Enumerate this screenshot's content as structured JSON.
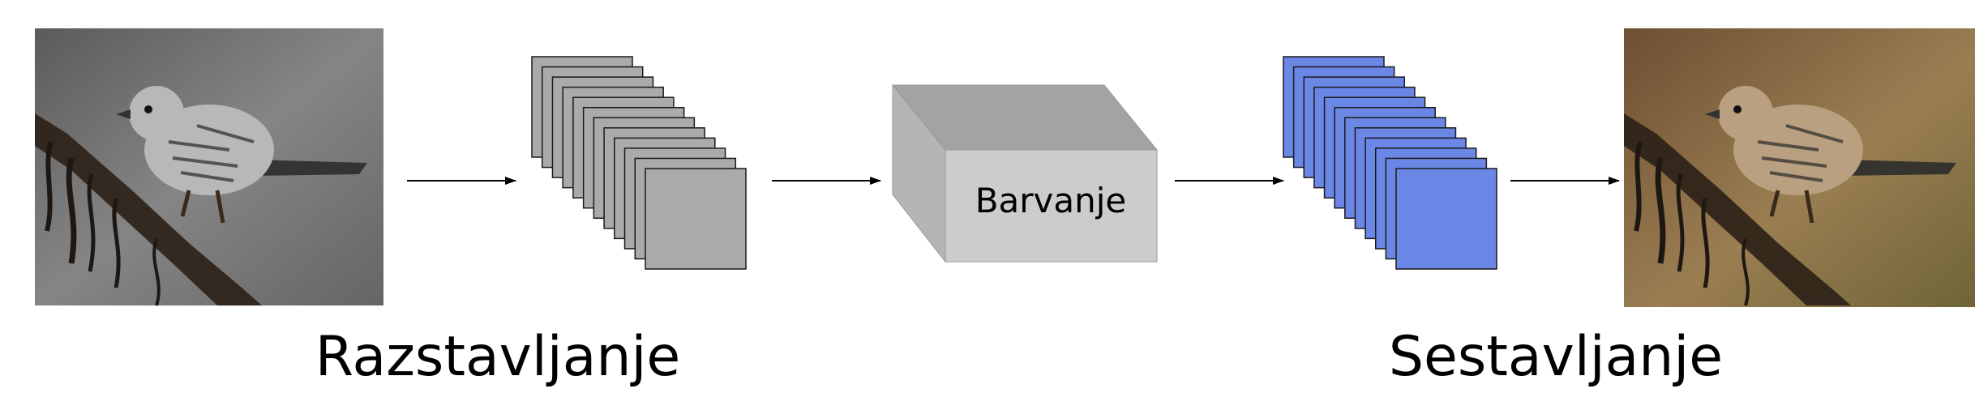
{
  "labels": {
    "decompose": "Razstavljanje",
    "colorize": "Barvanje",
    "compose": "Sestavljanje"
  },
  "stacks": {
    "gray_layers": 12,
    "blue_layers": 12
  },
  "colors": {
    "gray_layer": "#aaaaaa",
    "blue_layer": "#6b87e6",
    "box_top": "#a3a3a3",
    "box_front": "#cccccc",
    "box_side": "#b5b5b5"
  }
}
